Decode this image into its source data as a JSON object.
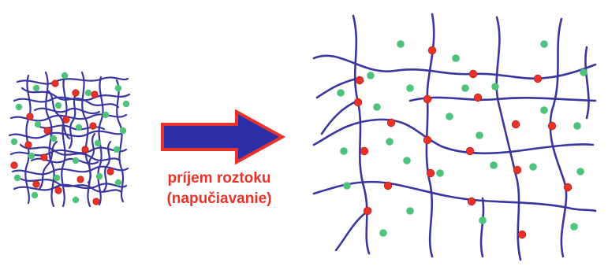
{
  "caption": {
    "line1": "príjem roztoku",
    "line2": "(napučiavanie)"
  },
  "colors": {
    "chain": "#3a36a0",
    "crosslink": "#e8322a",
    "solvent": "#4fc27c",
    "arrow_fill": "#2c2fa8",
    "arrow_outline": "#e8322a",
    "caption_text": "#e8322a"
  },
  "panels": [
    {
      "id": "dry-polymer-network",
      "state": "collapsed"
    },
    {
      "id": "swollen-polymer-network",
      "state": "swollen"
    }
  ]
}
